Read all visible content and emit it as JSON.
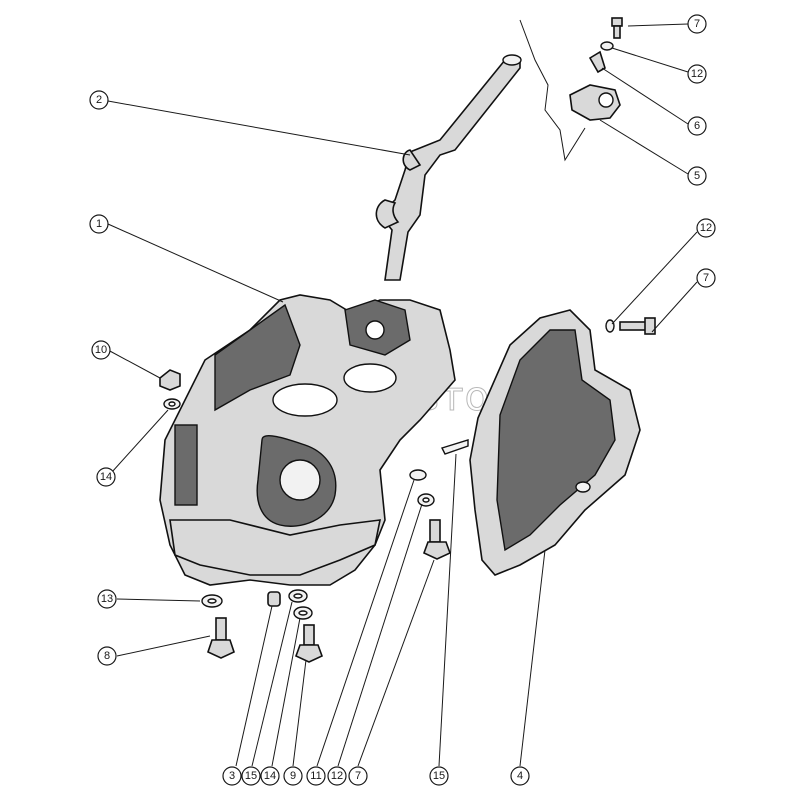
{
  "watermark": "АвтоПОНАвто",
  "callouts": [
    {
      "id": "c7a",
      "label": "7"
    },
    {
      "id": "c12a",
      "label": "12"
    },
    {
      "id": "c6",
      "label": "6"
    },
    {
      "id": "c5",
      "label": "5"
    },
    {
      "id": "c2",
      "label": "2"
    },
    {
      "id": "c1",
      "label": "1"
    },
    {
      "id": "c12b",
      "label": "12"
    },
    {
      "id": "c7b",
      "label": "7"
    },
    {
      "id": "c10",
      "label": "10"
    },
    {
      "id": "c14a",
      "label": "14"
    },
    {
      "id": "c13",
      "label": "13"
    },
    {
      "id": "c8",
      "label": "8"
    },
    {
      "id": "b3",
      "label": "3"
    },
    {
      "id": "b15",
      "label": "15"
    },
    {
      "id": "b14",
      "label": "14"
    },
    {
      "id": "b9",
      "label": "9"
    },
    {
      "id": "b11",
      "label": "11"
    },
    {
      "id": "b12",
      "label": "12"
    },
    {
      "id": "b7",
      "label": "7"
    },
    {
      "id": "b15b",
      "label": "15"
    },
    {
      "id": "b4",
      "label": "4"
    }
  ]
}
